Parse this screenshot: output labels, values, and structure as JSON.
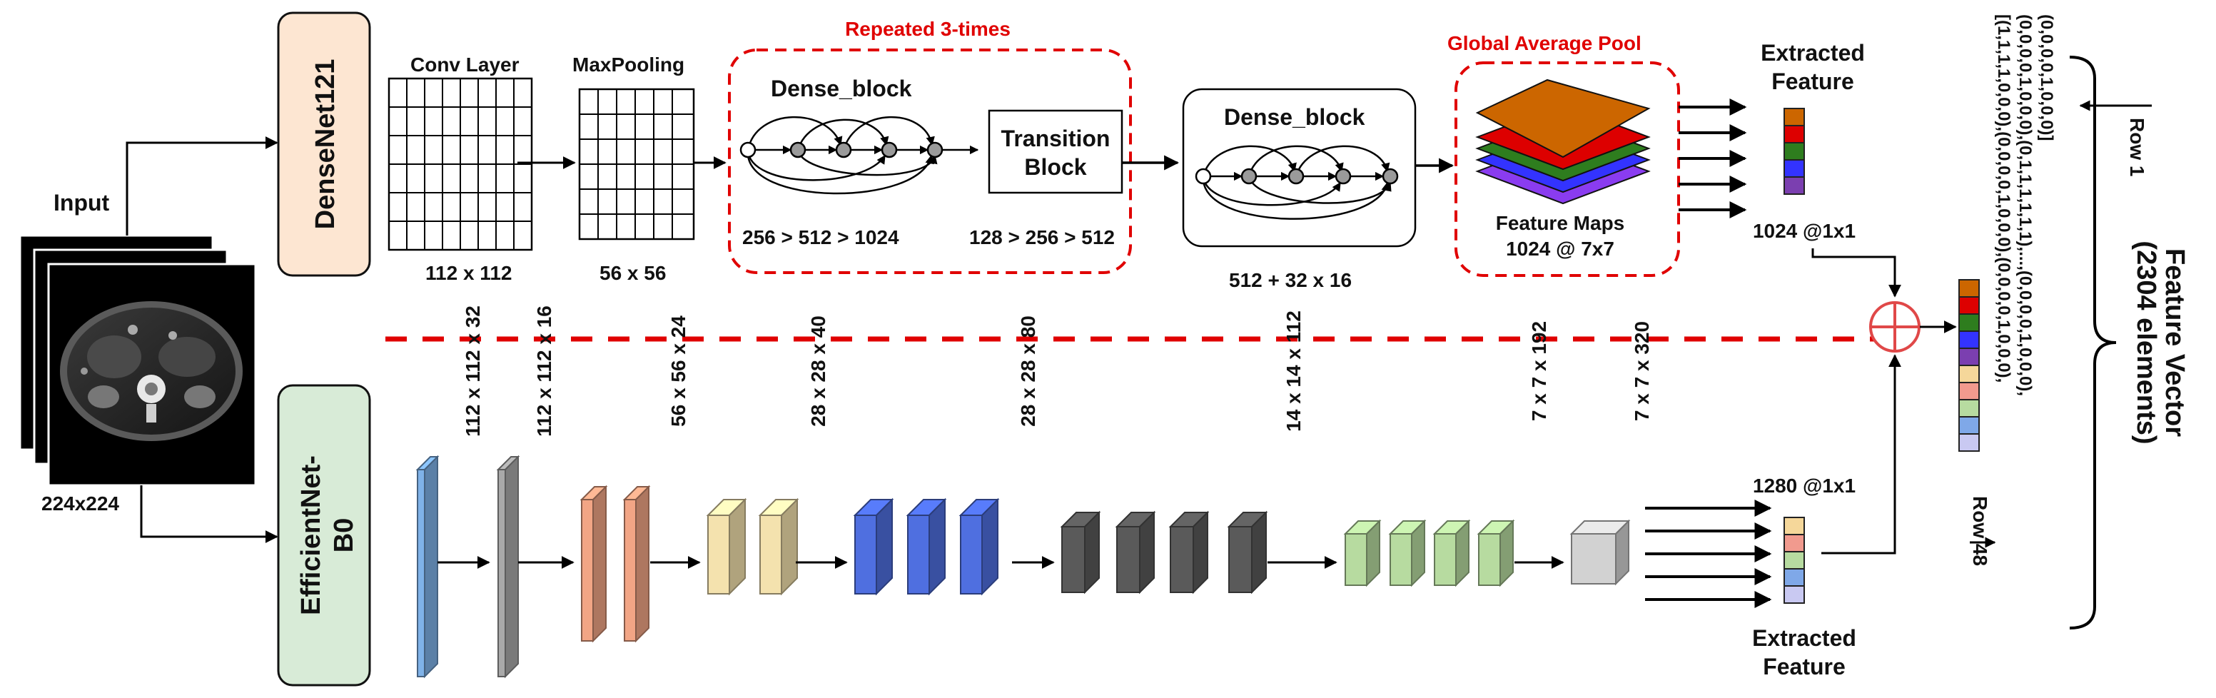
{
  "input": {
    "label": "Input",
    "size": "224x224"
  },
  "densenet": {
    "name": "DenseNet121",
    "conv_label": "Conv Layer",
    "conv_size": "112 x 112",
    "pool_label": "MaxPooling",
    "pool_size": "56 x 56",
    "repeated_label": "Repeated 3-times",
    "dense_block_label": "Dense_block",
    "dense_block_dims": "256 > 512 > 1024",
    "transition_label_1": "Transition",
    "transition_label_2": "Block",
    "transition_dims": "128 > 256 > 512",
    "dense_block2_label": "Dense_block",
    "dense_block2_dims": "512 + 32 x 16",
    "gap_label": "Global Average Pool",
    "feature_maps_label": "Feature Maps",
    "feature_maps_dims": "1024 @ 7x7",
    "extracted_label_1": "Extracted",
    "extracted_label_2": "Feature",
    "extracted_dims": "1024 @1x1",
    "feature_colors": [
      "#cc6600",
      "#dd0000",
      "#2e7d1e",
      "#3333ff",
      "#7b3fb0"
    ]
  },
  "efficientnet": {
    "name_line1": "EfficientNet-",
    "name_line2": "B0",
    "stage_dims": [
      "112 x 112 x 32",
      "112 x 112 x 16",
      "56 x 56 x 24",
      "28 x 28 x 40",
      "28 x 28 x 80",
      "14 x 14 x 112",
      "7 x 7 x 192",
      "7 x 7 x 320"
    ],
    "extracted_dims": "1280 @1x1",
    "extracted_label_1": "Extracted",
    "extracted_label_2": "Feature",
    "feature_colors": [
      "#f5d79a",
      "#f19a8e",
      "#b7dba0",
      "#7fa8e8",
      "#c9c9f2"
    ]
  },
  "fusion": {
    "concat_colors": [
      "#cc6600",
      "#dd0000",
      "#2e7d1e",
      "#3333ff",
      "#7b3fb0",
      "#f5d79a",
      "#f19a8e",
      "#b7dba0",
      "#7fa8e8",
      "#c9c9f2"
    ]
  },
  "vector": {
    "title_line1": "Feature Vector",
    "title_line2": "(2304 elements)",
    "row_first": "Row 1",
    "row_last": "Row 48",
    "line1": "[(1,1,1,1,0,0,0),(0,0,0,0,1,0,0,0),(0,0,0,0,1,0,0,0),",
    "line2": "(0,0,0,0,1,0,0,0),(0,1,1,1,1,1,1),...,(0,0,0,0,1,0,0,0),",
    "line3": "(0,0,0,0,1,0,0,0)]"
  }
}
